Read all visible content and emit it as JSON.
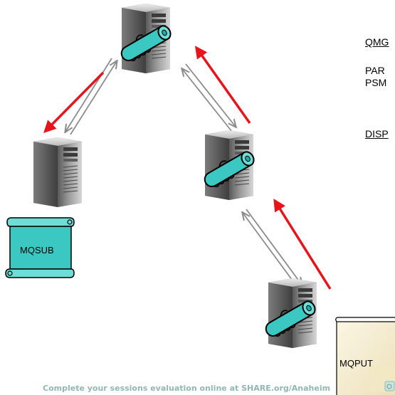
{
  "side_panel": {
    "qmgr_heading": "QMG",
    "param_line_1": "PAR",
    "param_line_2": "PSM",
    "display_heading": "DISP"
  },
  "scrolls": {
    "subscriber_label": "MQSUB",
    "publisher_label": "MQPUT"
  },
  "footer_text": "Complete your sessions evaluation online at SHARE.org/Anaheim",
  "colors": {
    "flow_arrow": "#e8141b",
    "channel_arrow": "#8c8c8c",
    "scroll_fill": "#3cc8c2",
    "note_fill": "#f7f0d6"
  }
}
